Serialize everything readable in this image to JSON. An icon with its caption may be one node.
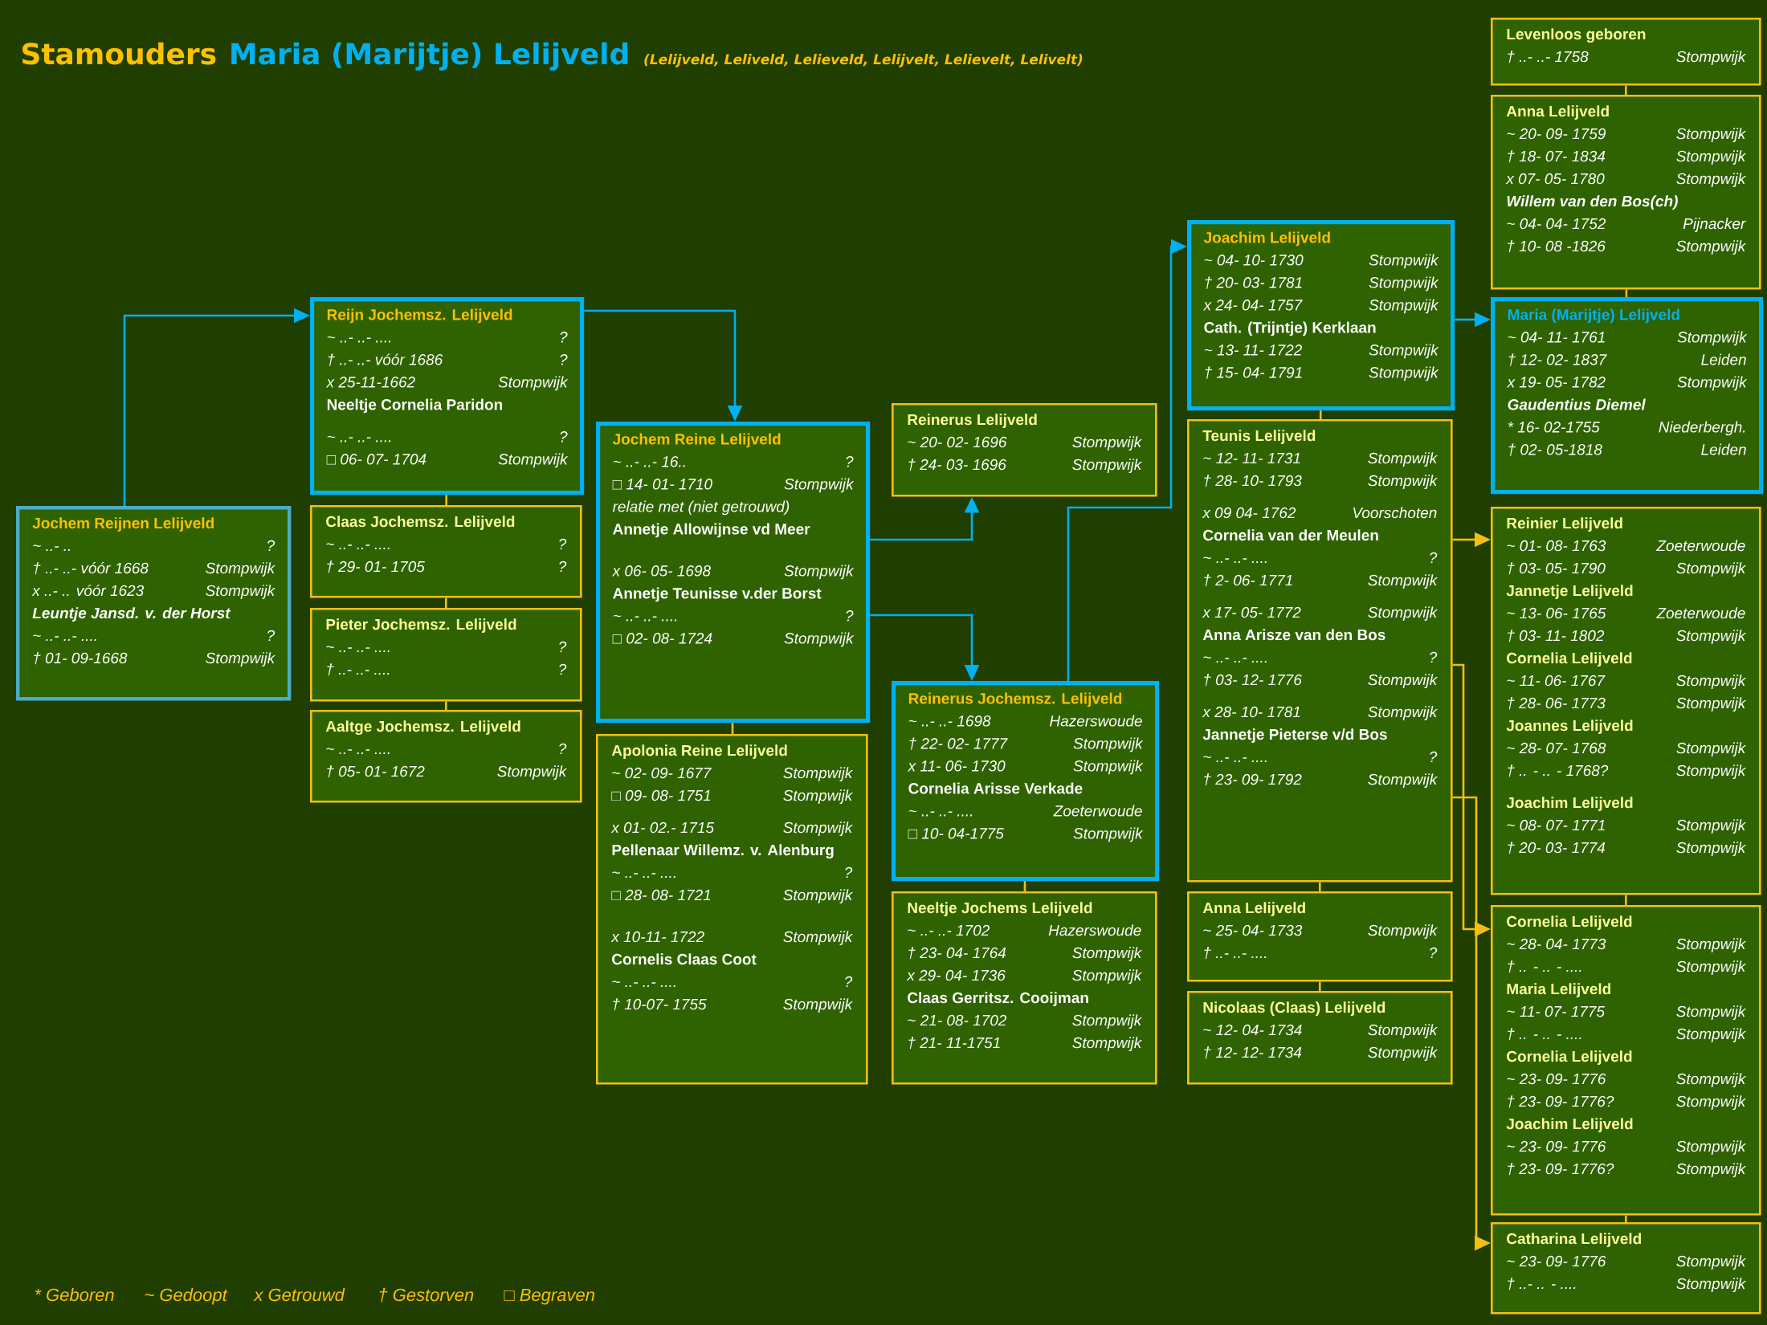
{
  "diagram": {
    "title": "Stamouders",
    "nodes": [
      {
        "text": [
          "Jochem Reijnen Lelijveld",
          "~ ..- ..",
          "?",
          "† ..- ..- vóór 1668",
          "Stompwijk",
          "x ..- .. vóór 1623",
          "Stompwijk",
          "Leuntje Jansd. v. der Horst",
          "~ ..- ..- ....",
          "?",
          "† 01- 09-1668",
          "Stompwijk"
        ]
      },
      {
        "text": [
          "Reijn Jochemsz. Lelijveld",
          "~ ..- ..- ....",
          "?",
          "† ..- ..- vóór 1686",
          "?",
          "x 25-11-1662",
          "Stompwijk",
          "Neeltje Cornelia Paridon",
          "~ ..- ..- ....",
          "?",
          "□ 06- 07- 1704",
          "Stompwijk"
        ]
      },
      {
        "text": [
          "Claas Jochemsz. Lelijveld",
          "~ ..- ..- ....",
          "?",
          "† 29- 01- 1705",
          "?"
        ]
      },
      {
        "text": [
          "Pieter Jochemsz. Lelijveld",
          "~ ..- ..- ....",
          "?",
          "† ..- ..- ....",
          "?"
        ]
      },
      {
        "text": [
          "Aaltge Jochemsz. Lelijveld",
          "~ ..- ..- ....",
          "?",
          "† 05- 01- 1672",
          "Stompwijk"
        ]
      },
      {
        "text": [
          "Jochem Reine Lelijveld",
          "~ ..- ..- 16..",
          "?",
          "□ 14- 01- 1710",
          "Stompwijk",
          "relatie met (niet getrouwd)",
          "Annetje Allowijnse vd Meer",
          "x 06- 05- 1698",
          "Stompwijk",
          "Annetje Teunisse v.der Borst",
          "~ ..- ..- ....",
          "?",
          "□ 02- 08- 1724",
          "Stompwijk"
        ]
      },
      {
        "text": [
          "Apolonia Reine Lelijveld",
          "~ 02- 09- 1677",
          "Stompwijk",
          "□ 09- 08- 1751",
          "Stompwijk",
          "x 01- 02.- 1715",
          "Stompwijk",
          "Pellenaar Willemz. v. Alenburg",
          "~ ..- ..- ....",
          "?",
          "□ 28- 08- 1721",
          "Stompwijk",
          "x 10-11- 1722",
          "Stompwijk",
          "Cornelis Claas Coot",
          "~ ..- ..- ....",
          "?",
          "† 10-07- 1755",
          "Stompwijk"
        ]
      },
      {
        "text": [
          "Reinerus Lelijveld",
          "~ 20- 02- 1696",
          "Stompwijk",
          "† 24- 03- 1696",
          "Stompwijk"
        ]
      },
      {
        "text": [
          "Reinerus Jochemsz. Lelijveld",
          "~ ..- ..- 1698",
          "Hazerswoude",
          "† 22- 02- 1777",
          "Stompwijk",
          "x 11- 06- 1730",
          "Stompwijk",
          "Cornelia Arisse Verkade",
          "~ ..- ..- ....",
          "Zoeterwoude",
          "□ 10- 04-1775",
          "Stompwijk"
        ]
      },
      {
        "text": [
          "Neeltje Jochems Lelijveld",
          "~ ..- ..- 1702",
          "Hazerswoude",
          "† 23- 04- 1764",
          "Stompwijk",
          "x 29- 04- 1736",
          "Stompwijk",
          "Claas Gerritsz. Cooijman",
          "~ 21- 08- 1702",
          "Stompwijk",
          "† 21- 11-1751",
          "Stompwijk"
        ]
      },
      {
        "text": [
          "Joachim Lelijveld",
          "~ 04- 10- 1730",
          "Stompwijk",
          "† 20- 03- 1781",
          "Stompwijk",
          "x 24- 04- 1757",
          "Stompwijk",
          "Cath. (Trijntje) Kerklaan",
          "~ 13- 11- 1722",
          "Stompwijk",
          "† 15- 04- 1791",
          "Stompwijk"
        ]
      },
      {
        "text": [
          "Teunis Lelijveld",
          "~ 12- 11- 1731",
          "Stompwijk",
          "† 28- 10- 1793",
          "Stompwijk",
          "x 09 04- 1762",
          "Voorschoten",
          "Cornelia van der Meulen",
          "~ ..- ..- ....",
          "?",
          "† 2- 06- 1771",
          "Stompwijk",
          "x 17- 05- 1772",
          "Stompwijk",
          "Anna Arisze van den Bos",
          "~ ..- ..- ....",
          "?",
          "† 03- 12- 1776",
          "Stompwijk",
          "x 28- 10- 1781",
          "Stompwijk",
          "Jannetje Pieterse v/d Bos",
          "~ ..- ..- ....",
          "?",
          "† 23- 09- 1792",
          "Stompwijk"
        ]
      },
      {
        "text": [
          "Anna Lelijveld",
          "~ 25- 04- 1733",
          "Stompwijk",
          "† ..- ..- ....",
          "?"
        ]
      },
      {
        "text": [
          "Nicolaas (Claas) Lelijveld",
          "~ 12- 04- 1734",
          "Stompwijk",
          "† 12- 12- 1734",
          "Stompwijk"
        ]
      },
      {
        "text": [
          "Levenloos geboren",
          "† ..- ..- 1758",
          "Stompwijk"
        ]
      },
      {
        "text": [
          "Anna Lelijveld",
          "~ 20- 09- 1759",
          "Stompwijk",
          "† 18- 07- 1834",
          "Stompwijk",
          "x 07- 05- 1780",
          "Stompwijk",
          "Willem van den Bos(ch)",
          "~ 04- 04- 1752",
          "Pijnacker",
          "† 10- 08 -1826",
          "Stompwijk"
        ]
      },
      {
        "text": [
          "Maria (Marijtje) Lelijveld",
          "~ 04- 11- 1761",
          "Stompwijk",
          "† 12- 02- 1837",
          "Leiden",
          "x 19- 05- 1782",
          "Stompwijk",
          "Gaudentius Diemel",
          "* 16- 02-1755",
          "Niederbergh.",
          "† 02- 05-1818",
          "Leiden"
        ]
      },
      {
        "text": [
          "Reinier Lelijveld",
          "~ 01- 08- 1763",
          "Zoeterwoude",
          "† 03- 05- 1790",
          "Stompwijk",
          "Jannetje Lelijveld",
          "~ 13- 06- 1765",
          "Zoeterwoude",
          "† 03- 11- 1802",
          "Stompwijk",
          "Cornelia Lelijveld",
          "~ 11- 06- 1767",
          "Stompwijk",
          "† 28- 06- 1773",
          "Stompwijk",
          "Joannes Lelijveld",
          "~ 28- 07- 1768",
          "Stompwijk",
          "† .. - .. - 1768?",
          "Stompwijk",
          "Joachim Lelijveld",
          "~ 08- 07- 1771",
          "Stompwijk",
          "† 20- 03- 1774",
          "Stompwijk"
        ]
      },
      {
        "text": [
          "Cornelia Lelijveld",
          "~ 28- 04- 1773",
          "Stompwijk",
          "† .. - .. - ....",
          "Stompwijk",
          "Maria Lelijveld",
          "~ 11- 07- 1775",
          "Stompwijk",
          "† .. - .. - ....",
          "Stompwijk",
          "Cornelia Lelijveld",
          "~ 23- 09- 1776",
          "Stompwijk",
          "† 23- 09- 1776?",
          "Stompwijk",
          "Joachim Lelijveld",
          "~ 23- 09- 1776",
          "Stompwijk",
          "† 23- 09- 1776?",
          "Stompwijk"
        ]
      },
      {
        "text": [
          "Catharina Lelijveld",
          "~ 23- 09- 1776",
          "Stompwijk",
          "† ..- .. - ....",
          "Stompwijk"
        ]
      }
    ],
    "edges": [
      {
        "from": 0,
        "to": 1,
        "arrow": "to",
        "color": "#00b0f0"
      },
      {
        "from": 1,
        "to": 2,
        "arrow": "none"
      },
      {
        "from": 2,
        "to": 3,
        "arrow": "none"
      },
      {
        "from": 3,
        "to": 4,
        "arrow": "none"
      },
      {
        "from": 1,
        "to": 5,
        "arrow": "to",
        "color": "#00b0f0"
      },
      {
        "from": 5,
        "to": 6,
        "arrow": "none"
      },
      {
        "from": 5,
        "to": 7,
        "arrow": "to",
        "color": "#00b0f0"
      },
      {
        "from": 5,
        "to": 8,
        "arrow": "to",
        "color": "#00b0f0"
      },
      {
        "from": 8,
        "to": 9,
        "arrow": "none"
      },
      {
        "from": 8,
        "to": 10,
        "arrow": "to",
        "color": "#00b0f0"
      },
      {
        "from": 10,
        "to": 11,
        "arrow": "none"
      },
      {
        "from": 11,
        "to": 12,
        "arrow": "none"
      },
      {
        "from": 12,
        "to": 13,
        "arrow": "none"
      },
      {
        "from": 10,
        "to": 16,
        "arrow": "to",
        "color": "#00b0f0"
      },
      {
        "from": 14,
        "to": 15,
        "arrow": "none"
      },
      {
        "from": 15,
        "to": 16,
        "arrow": "none"
      },
      {
        "from": 11,
        "to": 17,
        "arrow": "to"
      },
      {
        "from": 17,
        "to": 18,
        "arrow": "none"
      },
      {
        "from": 11,
        "to": 18,
        "arrow": "to"
      },
      {
        "from": 18,
        "to": 19,
        "arrow": "none"
      },
      {
        "from": 11,
        "to": 19,
        "arrow": "to"
      }
    ],
    "labels": [
      "Maria (Marijtje) Lelijveld",
      "(Lelijveld, Leliveld, Lelieveld, Lelijvelt, Lelievelt, Lelivelt)",
      "* Geboren",
      "~ Gedoopt",
      "x Getrouwd",
      "† Gestorven",
      "□ Begraven"
    ]
  }
}
